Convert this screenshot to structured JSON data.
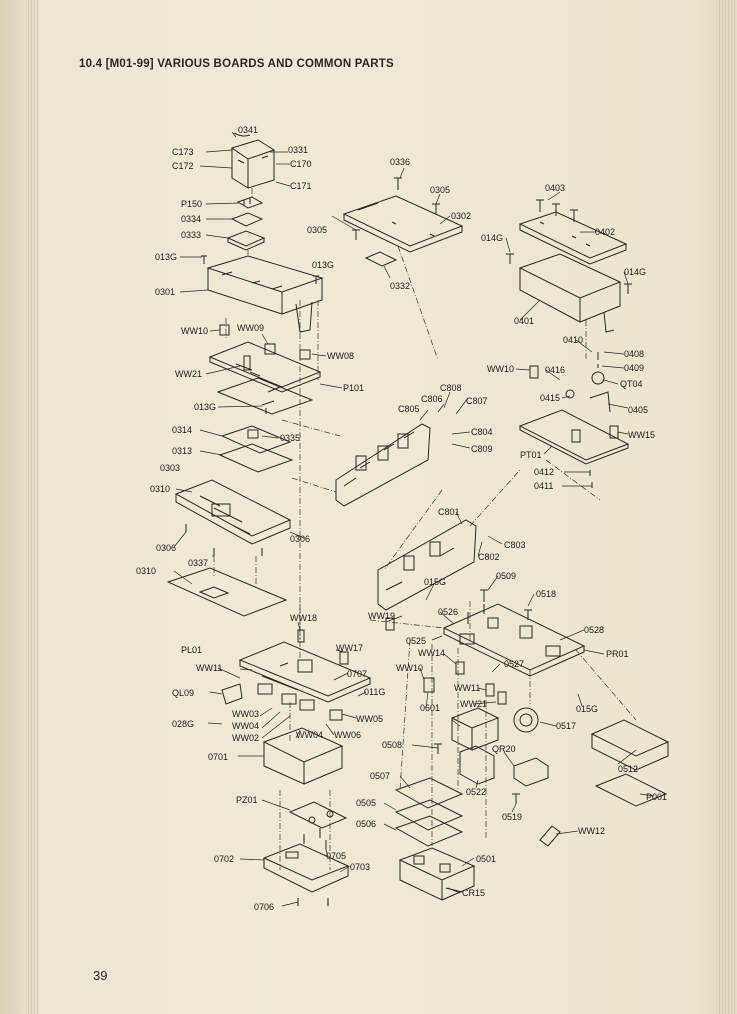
{
  "section_title": "10.4 [M01-99] VARIOUS BOARDS AND COMMON PARTS",
  "page_number": "39",
  "labels": [
    "0341",
    "C173",
    "0331",
    "C172",
    "C170",
    "C171",
    "0336",
    "0305",
    "0403",
    "P150",
    "0334",
    "0302",
    "0305",
    "0333",
    "014G",
    "0402",
    "013G",
    "013G",
    "0332",
    "014G",
    "0301",
    "0401",
    "WW10",
    "WW09",
    "0410",
    "0408",
    "0409",
    "WW08",
    "WW10",
    "0416",
    "QT04",
    "WW21",
    "C808",
    "0415",
    "0405",
    "P101",
    "C806",
    "C807",
    "013G",
    "C805",
    "0314",
    "0335",
    "C804",
    "WW15",
    "C809",
    "0313",
    "PT01",
    "0303",
    "0412",
    "0411",
    "0310",
    "C801",
    "0306",
    "0306",
    "C803",
    "0337",
    "C802",
    "0310",
    "0509",
    "015G",
    "0518",
    "WW19",
    "0526",
    "WW18",
    "0525",
    "0528",
    "PL01",
    "WW17",
    "WW14",
    "PR01",
    "WW11",
    "0707",
    "WW10",
    "0527",
    "011G",
    "QL09",
    "WW11",
    "015G",
    "WW03",
    "WW05",
    "028G",
    "WW04",
    "WW21",
    "WW06",
    "0517",
    "WW02",
    "WW04",
    "0601",
    "0508",
    "QR20",
    "0701",
    "0512",
    "0507",
    "0522",
    "PZ01",
    "0505",
    "P001",
    "0519",
    "0506",
    "0705",
    "WW12",
    "0702",
    "0703",
    "0501",
    "CR15",
    "0706"
  ]
}
